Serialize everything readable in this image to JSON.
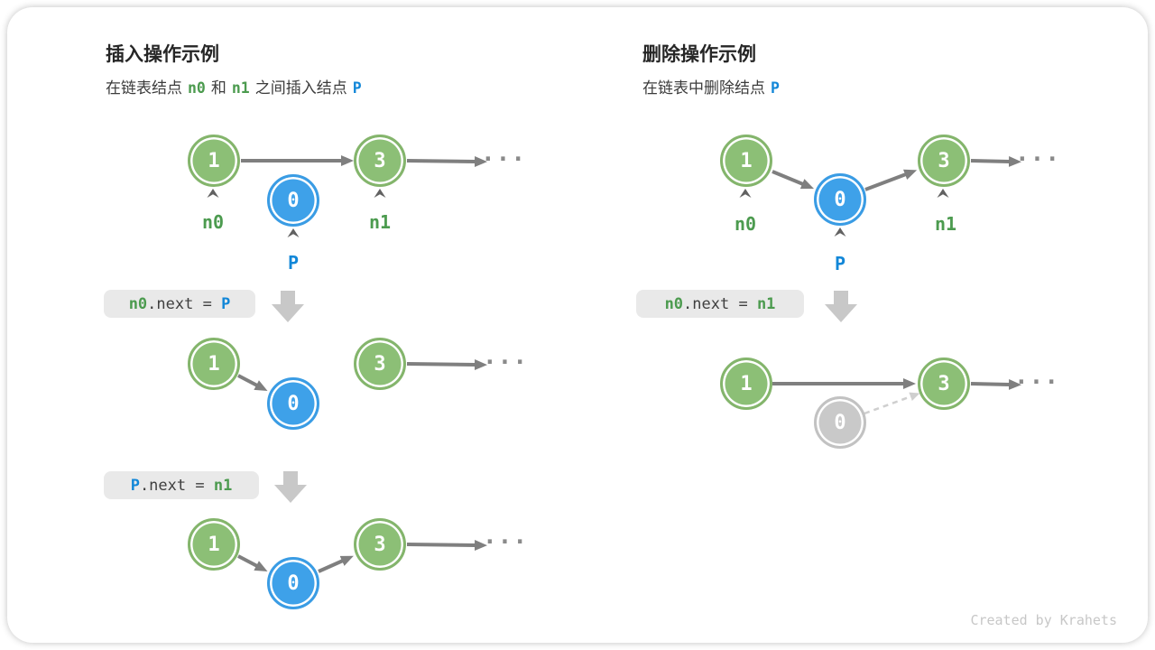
{
  "colors": {
    "node_green": "#8CBF76",
    "node_blue": "#3EA1E9",
    "node_gray": "#C9C9C9",
    "label_green": "#4C9B4F",
    "label_blue": "#1287D8",
    "arrow_gray": "#7F7F7F",
    "block_arrow_gray": "#C8C8C8",
    "code_box_bg": "#E9E9E9"
  },
  "insert": {
    "title": "插入操作示例",
    "subtitle": {
      "part1": "在链表结点",
      "n0": "n0",
      "part2": "和",
      "n1": "n1",
      "part3": "之间插入结点",
      "p": "P"
    },
    "step1": {
      "node1": "1",
      "nodeP": "0",
      "node3": "3",
      "label_n0": "n0",
      "label_n1": "n1",
      "label_p": "P",
      "ellipsis": "..."
    },
    "code1": {
      "lhs": "n0",
      "op": ".next = ",
      "rhs": "P"
    },
    "step2": {
      "node1": "1",
      "nodeP": "0",
      "node3": "3",
      "ellipsis": "..."
    },
    "code2": {
      "lhs": "P",
      "op": ".next = ",
      "rhs": "n1"
    },
    "step3": {
      "node1": "1",
      "nodeP": "0",
      "node3": "3",
      "ellipsis": "..."
    }
  },
  "delete": {
    "title": "删除操作示例",
    "subtitle": {
      "part1": "在链表中删除结点",
      "p": "P"
    },
    "step1": {
      "node1": "1",
      "nodeP": "0",
      "node3": "3",
      "label_n0": "n0",
      "label_n1": "n1",
      "label_p": "P",
      "ellipsis": "..."
    },
    "code1": {
      "lhs": "n0",
      "op": ".next = ",
      "rhs": "n1"
    },
    "step2": {
      "node1": "1",
      "nodeP": "0",
      "node3": "3",
      "ellipsis": "..."
    }
  },
  "credit": "Created by Krahets"
}
